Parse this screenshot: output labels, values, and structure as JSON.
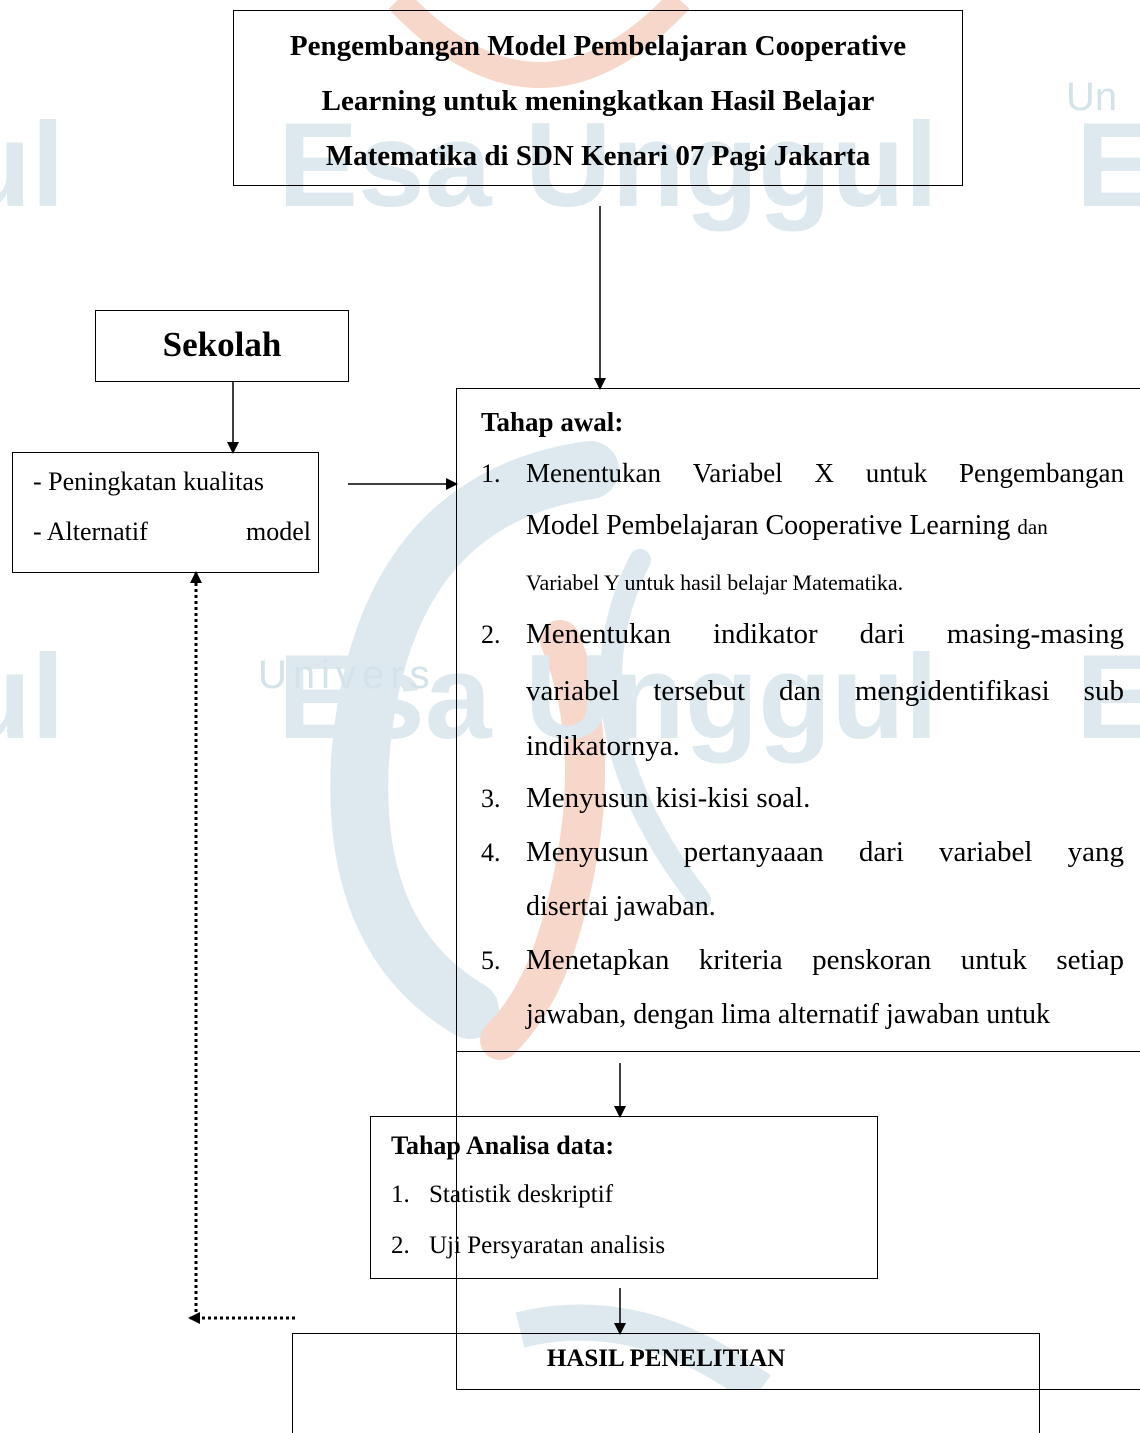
{
  "watermark": {
    "word_top": "Esa Unggul",
    "word_bottom": "Esa Unggul",
    "small_top": "Un",
    "small_mid": "Univers",
    "fragment_left_top": "ul",
    "fragment_left_bottom": "ul",
    "fragment_right_top": "E",
    "fragment_right_bottom": "E",
    "colors": {
      "teal": "#dde9ee",
      "orange": "#f7d7c9"
    }
  },
  "title_box": {
    "lines": [
      "Pengembangan Model Pembelajaran Cooperative",
      "Learning untuk meningkatkan Hasil Belajar",
      "Matematika di SDN Kenari 07 Pagi Jakarta"
    ]
  },
  "sekolah_box": {
    "title": "Sekolah"
  },
  "kualitas_box": {
    "item1": "- Peningkatan kualitas",
    "item2_a": "- Alternatif",
    "item2_b": "model"
  },
  "tahap_awal": {
    "heading": "Tahap awal:",
    "items": [
      {
        "num": "1.",
        "lines": [
          [
            "Menentukan",
            "Variabel",
            "X",
            "untuk",
            "Pengembangan"
          ],
          "Model Pembelajaran Cooperative Learning",
          "dan",
          "Variabel Y untuk hasil belajar Matematika."
        ]
      },
      {
        "num": "2.",
        "lines": [
          [
            "Menentukan",
            "indikator",
            "dari",
            "masing-masing"
          ],
          [
            "variabel",
            "tersebut",
            "dan",
            "mengidentifikasi",
            "sub"
          ],
          "indikatornya."
        ]
      },
      {
        "num": "3.",
        "lines": [
          "Menyusun kisi-kisi soal."
        ]
      },
      {
        "num": "4.",
        "lines": [
          [
            "Menyusun",
            "pertanyaaan",
            "dari",
            "variabel",
            "yang"
          ],
          "disertai jawaban."
        ]
      },
      {
        "num": "5.",
        "lines": [
          [
            "Menetapkan",
            "kriteria",
            "penskoran",
            "untuk",
            "setiap"
          ],
          "jawaban, dengan lima alternatif jawaban untuk"
        ]
      }
    ]
  },
  "tahap_analisa": {
    "heading": "Tahap Analisa data:",
    "items": [
      {
        "num": "1.",
        "text": "Statistik deskriptif"
      },
      {
        "num": "2.",
        "text": "Uji Persyaratan analisis"
      }
    ]
  },
  "hasil_box": {
    "title": "HASIL PENELITIAN"
  }
}
